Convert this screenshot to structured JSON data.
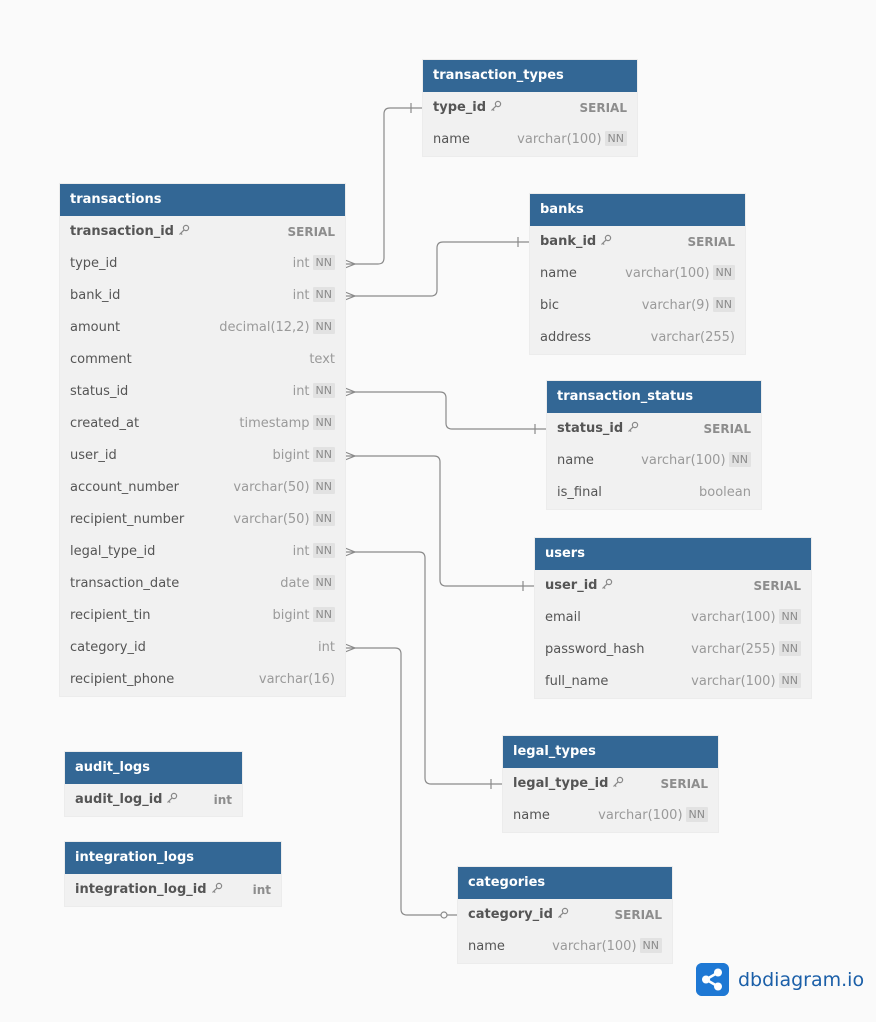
{
  "tables": [
    {
      "id": "transaction_types",
      "name": "transaction_types",
      "fields": [
        {
          "name": "type_id",
          "type": "SERIAL",
          "pk": true,
          "nn": false
        },
        {
          "name": "name",
          "type": "varchar(100)",
          "pk": false,
          "nn": true
        }
      ]
    },
    {
      "id": "transactions",
      "name": "transactions",
      "fields": [
        {
          "name": "transaction_id",
          "type": "SERIAL",
          "pk": true,
          "nn": false
        },
        {
          "name": "type_id",
          "type": "int",
          "pk": false,
          "nn": true
        },
        {
          "name": "bank_id",
          "type": "int",
          "pk": false,
          "nn": true
        },
        {
          "name": "amount",
          "type": "decimal(12,2)",
          "pk": false,
          "nn": true
        },
        {
          "name": "comment",
          "type": "text",
          "pk": false,
          "nn": false
        },
        {
          "name": "status_id",
          "type": "int",
          "pk": false,
          "nn": true
        },
        {
          "name": "created_at",
          "type": "timestamp",
          "pk": false,
          "nn": true
        },
        {
          "name": "user_id",
          "type": "bigint",
          "pk": false,
          "nn": true
        },
        {
          "name": "account_number",
          "type": "varchar(50)",
          "pk": false,
          "nn": true
        },
        {
          "name": "recipient_number",
          "type": "varchar(50)",
          "pk": false,
          "nn": true
        },
        {
          "name": "legal_type_id",
          "type": "int",
          "pk": false,
          "nn": true
        },
        {
          "name": "transaction_date",
          "type": "date",
          "pk": false,
          "nn": true
        },
        {
          "name": "recipient_tin",
          "type": "bigint",
          "pk": false,
          "nn": true
        },
        {
          "name": "category_id",
          "type": "int",
          "pk": false,
          "nn": false
        },
        {
          "name": "recipient_phone",
          "type": "varchar(16)",
          "pk": false,
          "nn": false
        }
      ]
    },
    {
      "id": "banks",
      "name": "banks",
      "fields": [
        {
          "name": "bank_id",
          "type": "SERIAL",
          "pk": true,
          "nn": false
        },
        {
          "name": "name",
          "type": "varchar(100)",
          "pk": false,
          "nn": true
        },
        {
          "name": "bic",
          "type": "varchar(9)",
          "pk": false,
          "nn": true
        },
        {
          "name": "address",
          "type": "varchar(255)",
          "pk": false,
          "nn": false
        }
      ]
    },
    {
      "id": "transaction_status",
      "name": "transaction_status",
      "fields": [
        {
          "name": "status_id",
          "type": "SERIAL",
          "pk": true,
          "nn": false
        },
        {
          "name": "name",
          "type": "varchar(100)",
          "pk": false,
          "nn": true
        },
        {
          "name": "is_final",
          "type": "boolean",
          "pk": false,
          "nn": false
        }
      ]
    },
    {
      "id": "users",
      "name": "users",
      "fields": [
        {
          "name": "user_id",
          "type": "SERIAL",
          "pk": true,
          "nn": false
        },
        {
          "name": "email",
          "type": "varchar(100)",
          "pk": false,
          "nn": true
        },
        {
          "name": "password_hash",
          "type": "varchar(255)",
          "pk": false,
          "nn": true
        },
        {
          "name": "full_name",
          "type": "varchar(100)",
          "pk": false,
          "nn": true
        }
      ]
    },
    {
      "id": "legal_types",
      "name": "legal_types",
      "fields": [
        {
          "name": "legal_type_id",
          "type": "SERIAL",
          "pk": true,
          "nn": false
        },
        {
          "name": "name",
          "type": "varchar(100)",
          "pk": false,
          "nn": true
        }
      ]
    },
    {
      "id": "audit_logs",
      "name": "audit_logs",
      "fields": [
        {
          "name": "audit_log_id",
          "type": "int",
          "pk": true,
          "nn": false
        }
      ]
    },
    {
      "id": "integration_logs",
      "name": "integration_logs",
      "fields": [
        {
          "name": "integration_log_id",
          "type": "int",
          "pk": true,
          "nn": false
        }
      ]
    },
    {
      "id": "categories",
      "name": "categories",
      "fields": [
        {
          "name": "category_id",
          "type": "SERIAL",
          "pk": true,
          "nn": false
        },
        {
          "name": "name",
          "type": "varchar(100)",
          "pk": false,
          "nn": true
        }
      ]
    }
  ],
  "relations": [
    {
      "from_table": "transactions",
      "from_field": "type_id",
      "to_table": "transaction_types",
      "to_field": "type_id",
      "from_end": "many",
      "to_end": "one"
    },
    {
      "from_table": "transactions",
      "from_field": "bank_id",
      "to_table": "banks",
      "to_field": "bank_id",
      "from_end": "many",
      "to_end": "one"
    },
    {
      "from_table": "transactions",
      "from_field": "status_id",
      "to_table": "transaction_status",
      "to_field": "status_id",
      "from_end": "many",
      "to_end": "one"
    },
    {
      "from_table": "transactions",
      "from_field": "user_id",
      "to_table": "users",
      "to_field": "user_id",
      "from_end": "many",
      "to_end": "one"
    },
    {
      "from_table": "transactions",
      "from_field": "legal_type_id",
      "to_table": "legal_types",
      "to_field": "legal_type_id",
      "from_end": "many",
      "to_end": "one"
    },
    {
      "from_table": "transactions",
      "from_field": "category_id",
      "to_table": "categories",
      "to_field": "category_id",
      "from_end": "many",
      "to_end": "zero-or-one"
    }
  ],
  "nn_label": "NN",
  "brand": {
    "name": "dbdiagram.io",
    "icon": "share-nodes-icon",
    "color": "#1e78d4"
  },
  "colors": {
    "header": "#336795",
    "body": "#f1f1f1",
    "background": "#fafafa",
    "connector": "#8a8a8a"
  }
}
